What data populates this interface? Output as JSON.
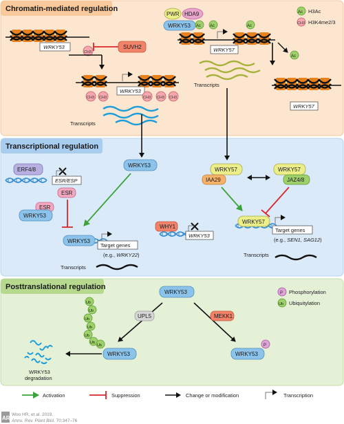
{
  "sections": {
    "chromatin": "Chromatin-mediated regulation",
    "transcriptional": "Transcriptional regulation",
    "posttranslational": "Posttranslational regulation"
  },
  "chromatin": {
    "gene_wrky53": "WRKY53",
    "gene_wrky57": "WRKY57",
    "suvh2": "SUVH2",
    "pwr": "PWR",
    "hda9": "HDA9",
    "wrky53_protein": "WRKY53",
    "ac": "Ac",
    "ch3": "CH3",
    "transcripts_left": "Transcripts",
    "transcripts_right": "Transcripts",
    "legend_ac": "H3Ac",
    "legend_ch3": "H3K4me2/3"
  },
  "transcriptional": {
    "erf": "ERF4/8",
    "esr_esp": "ESR/ESP",
    "esr1": "ESR",
    "esr2": "ESR",
    "wrky53_left": "WRKY53",
    "wrky53_center": "WRKY53",
    "wrky53_target": "WRKY53",
    "target_genes_left": "Target genes",
    "target_eg_left_prefix": "(e.g., ",
    "target_eg_left_gene": "WRKY22",
    "target_eg_left_suffix": ")",
    "transcripts_left": "Transcripts",
    "why1": "WHY1",
    "wrky53_gene_mid": "WRKY53",
    "wrky57_a": "WRKY57",
    "iaa29": "IAA29",
    "wrky57_b": "WRKY57",
    "jaz": "JAZ4/8",
    "wrky57_target": "WRKY57",
    "target_genes_right": "Target genes",
    "target_eg_right_prefix": "(e.g., ",
    "target_eg_right_genes": "SEN1, SAG12",
    "target_eg_right_suffix": ")",
    "transcripts_right": "Transcripts"
  },
  "posttranslational": {
    "wrky53_top": "WRKY53",
    "upl5": "UPL5",
    "mekk1": "MEKK1",
    "wrky53_ub": "WRKY53",
    "wrky53_p": "WRKY53",
    "ub": "Ub",
    "p": "P",
    "degradation_line1": "WRKY53",
    "degradation_line2": "degradation",
    "legend_p": "Phosphorylation",
    "legend_ub": "Ubiquitylation"
  },
  "legend": {
    "activation": "Activation",
    "suppression": "Suppression",
    "change": "Change or modification",
    "transcription": "Transcription"
  },
  "citation": {
    "line1": "Woo HR, et al. 2019.",
    "line2_journal": "Annu. Rev. Plant Biol.",
    "line2_rest": " 70:347–76",
    "logo": "AR"
  },
  "colors": {
    "chromatin_bg": "#fde6cf",
    "transcriptional_bg": "#dbeaf8",
    "posttranslational_bg": "#e4f1d6",
    "wrky53_fill": "#8cc3ea",
    "wrky57_fill": "#ecee8a",
    "activation": "#3aa33a",
    "suppression": "#d9262b",
    "ac_fill": "#9ed06b",
    "ch3_fill": "#f4a8ad"
  }
}
